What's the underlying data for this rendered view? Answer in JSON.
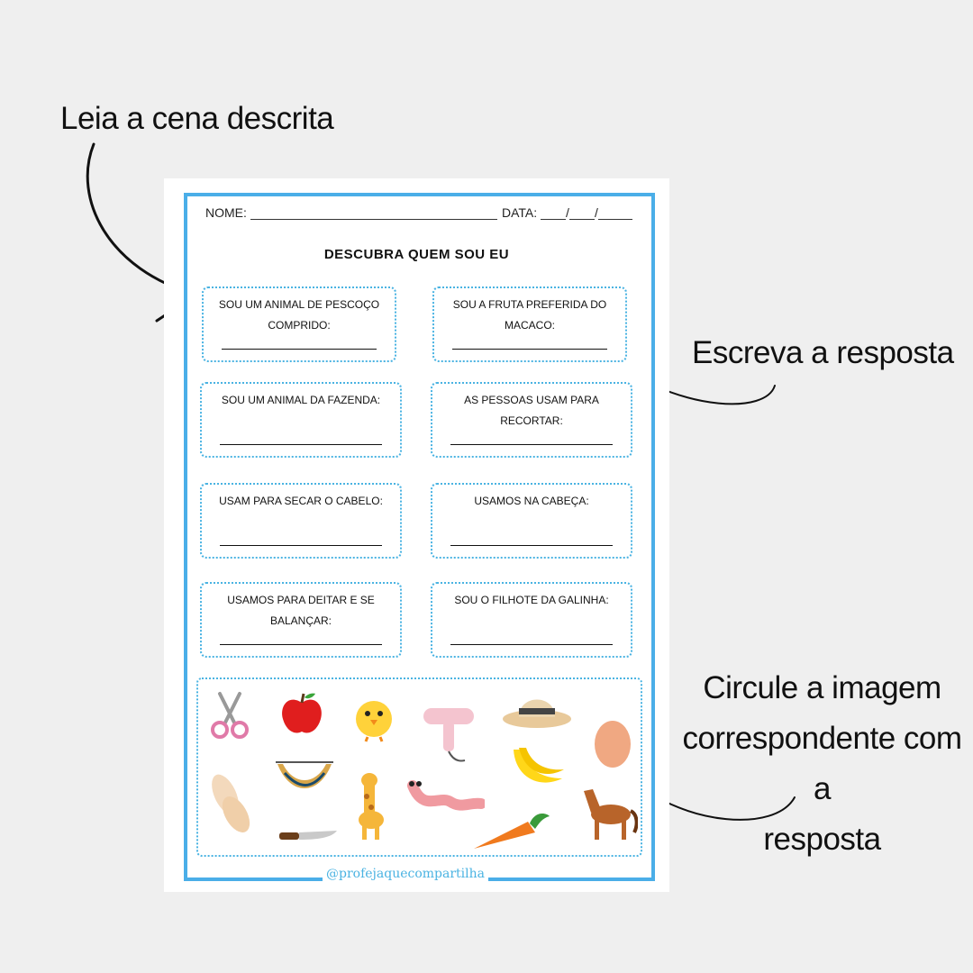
{
  "callouts": {
    "read": "Leia a cena descrita",
    "write": "Escreva a resposta",
    "circle": [
      "Circule a imagem",
      "correspondente com a",
      "resposta"
    ]
  },
  "worksheet": {
    "name_label": "NOME:",
    "date_label": "DATA:",
    "title": "DESCUBRA QUEM SOU EU",
    "questions": [
      "SOU UM ANIMAL DE PESCOÇO COMPRIDO:",
      "SOU A FRUTA PREFERIDA DO MACACO:",
      "SOU UM ANIMAL DA FAZENDA:",
      "AS PESSOAS USAM PARA RECORTAR:",
      "USAM PARA SECAR O CABELO:",
      "USAMOS NA CABEÇA:",
      "USAMOS PARA DEITAR E SE BALANÇAR:",
      "SOU O FILHOTE DA GALINHA:"
    ],
    "images": [
      "scissors-icon",
      "apple-icon",
      "chick-icon",
      "hair-dryer-icon",
      "hat-icon",
      "egg-icon",
      "slippers-icon",
      "hammock-icon",
      "giraffe-icon",
      "worm-icon",
      "banana-icon",
      "horse-icon",
      "knife-icon",
      "carrot-icon"
    ],
    "credit": "@profejaquecompartilha"
  },
  "colors": {
    "accent": "#4aaee8",
    "background": "#efefef"
  }
}
